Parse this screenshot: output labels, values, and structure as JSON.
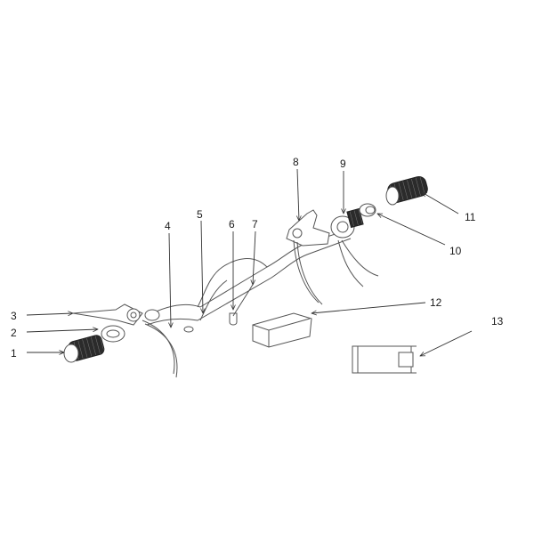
{
  "diagram": {
    "callouts": [
      {
        "id": 1,
        "label": "1"
      },
      {
        "id": 2,
        "label": "2"
      },
      {
        "id": 3,
        "label": "3"
      },
      {
        "id": 4,
        "label": "4"
      },
      {
        "id": 5,
        "label": "5"
      },
      {
        "id": 6,
        "label": "6"
      },
      {
        "id": 7,
        "label": "7"
      },
      {
        "id": 8,
        "label": "8"
      },
      {
        "id": 9,
        "label": "9"
      },
      {
        "id": 10,
        "label": "10"
      },
      {
        "id": 11,
        "label": "11"
      },
      {
        "id": 12,
        "label": "12"
      },
      {
        "id": 13,
        "label": "13"
      }
    ],
    "colors": {
      "line": "#555555",
      "grip": "#2b2b2b",
      "text": "#1a1a1a"
    }
  }
}
